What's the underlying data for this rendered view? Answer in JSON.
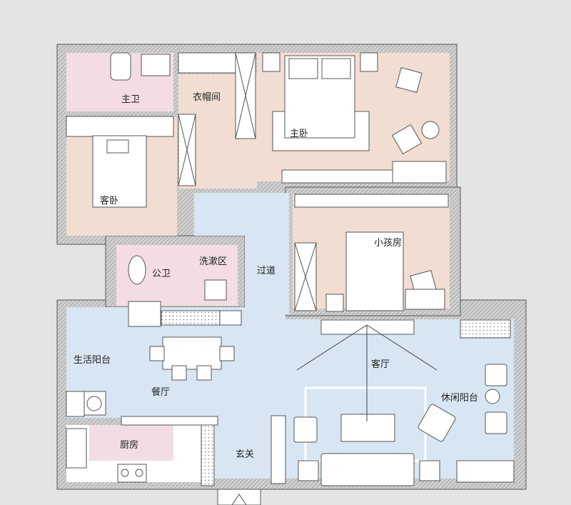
{
  "floor_plan": {
    "colors": {
      "background": "#e4e4e4",
      "wall": "#bdbdbd",
      "bedroom": "#f2ddd2",
      "bathroom": "#f3dde3",
      "living": "#d7e6f2",
      "furniture": "#ffffff",
      "line": "#555555"
    },
    "rooms": [
      {
        "id": "master-bath",
        "label": "主卫"
      },
      {
        "id": "walk-in-closet",
        "label": "衣帽间"
      },
      {
        "id": "master-bedroom",
        "label": "主卧"
      },
      {
        "id": "guest-bedroom",
        "label": "客卧"
      },
      {
        "id": "public-bath",
        "label": "公卫"
      },
      {
        "id": "wash-area",
        "label": "洗漱区"
      },
      {
        "id": "hallway",
        "label": "过道"
      },
      {
        "id": "kids-room",
        "label": "小孩房"
      },
      {
        "id": "utility-balcony",
        "label": "生活阳台"
      },
      {
        "id": "dining-room",
        "label": "餐厅"
      },
      {
        "id": "living-room",
        "label": "客厅"
      },
      {
        "id": "leisure-balcony",
        "label": "休闲阳台"
      },
      {
        "id": "kitchen",
        "label": "厨房"
      },
      {
        "id": "entrance",
        "label": "玄关"
      }
    ]
  }
}
